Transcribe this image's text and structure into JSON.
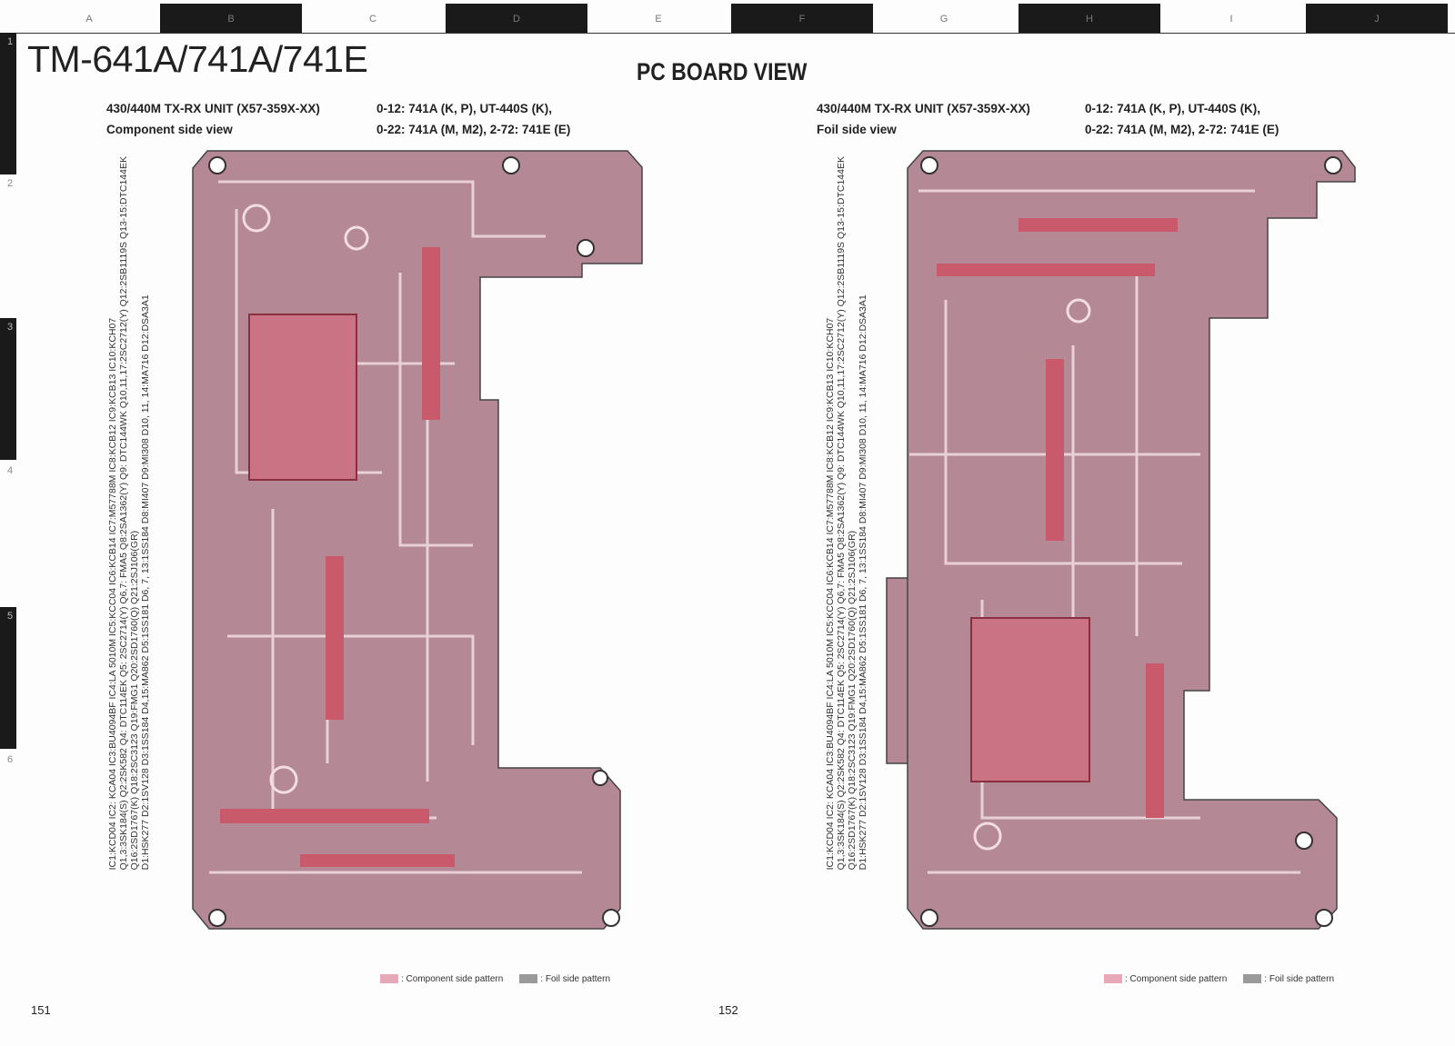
{
  "ruler": {
    "columns": [
      "A",
      "B",
      "C",
      "D",
      "E",
      "F",
      "G",
      "H",
      "I",
      "J"
    ],
    "rows": [
      "1",
      "2",
      "3",
      "4",
      "5",
      "6"
    ]
  },
  "title": "TM-641A/741A/741E",
  "section_title": "PC BOARD VIEW",
  "left": {
    "unit": "430/440M TX-RX UNIT (X57-359X-XX)",
    "view": "Component side view",
    "dest1": "0-12: 741A (K, P),  UT-440S (K),",
    "dest2": "0-22: 741A (M, M2),  2-72: 741E (E)",
    "parts": [
      "IC1:KCD04 IC2: KCA04 IC3:BU4094BF IC4:LA 5010M IC5:KCC04 IC6:KCB14 IC7:M57788M IC8:KCB12 IC9:KCB13 IC10:KCH07",
      "Q1,3:3SK184(S) Q2:2SK582 Q4: DTC114EK Q5: 2SC2714(Y) Q6,7: FMA5 Q8:2SA1362(Y) Q9: DTC144WK Q10,11,17:2SC2712(Y) Q12:2SB1119S Q13-15:DTC144EK",
      "Q16:2SD1767(K) Q18:2SC3123 Q19:FMG1 Q20:2SD1760(Q) Q21:2SJ106(GR)",
      "D1:HSK277 D2:1SV128 D3:1SS184 D4,15:MA862 D5:1SS181 D6, 7, 13:1SS184 D8:MI407 D9:MI308 D10, 11, 14:MA716 D12:DSA3A1"
    ],
    "legend_component": ": Component side pattern",
    "legend_foil": ": Foil side pattern",
    "page_number": "151"
  },
  "right": {
    "unit": "430/440M TX-RX UNIT (X57-359X-XX)",
    "view": "Foil side view",
    "dest1": "0-12: 741A (K, P),  UT-440S (K),",
    "dest2": "0-22: 741A (M, M2),  2-72: 741E (E)",
    "parts": [
      "IC1:KCD04 IC2: KCA04 IC3:BU4094BF IC4:LA 5010M IC5:KCC04 IC6:KCB14 IC7:M57788M IC8:KCB12 IC9:KCB13 IC10:KCH07",
      "Q1,3:3SK184(S) Q2:2SK582 Q4: DTC114EK Q5: 2SC2714(Y) Q6,7: FMA5 Q8:2SA1362(Y) Q9: DTC144WK Q10,11,17:2SC2712(Y) Q12:2SB1119S Q13-15:DTC144EK",
      "Q16:2SD1767(K) Q18:2SC3123 Q19:FMG1 Q20:2SD1760(Q) Q21:2SJ106(GR)",
      "D1:HSK277 D2:1SV128 D3:1SS184 D4,15:MA862 D5:1SS181 D6, 7, 13:1SS184 D8:MI407 D9:MI308 D10, 11, 14:MA716 D12:DSA3A1"
    ],
    "legend_component": ": Component side pattern",
    "legend_foil": ": Foil side pattern",
    "page_number": "152"
  },
  "colors": {
    "board": "#b48894",
    "component_pattern": "#e7a9b8",
    "foil_pattern": "#9a9a9a",
    "trace": "#f1dde2",
    "pad": "#d9484f"
  }
}
